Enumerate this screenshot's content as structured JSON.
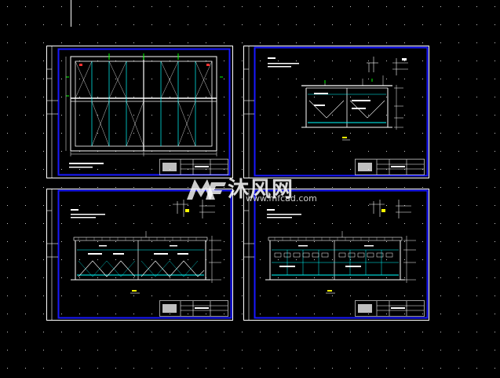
{
  "viewport": {
    "background": "#000000",
    "grid_color": "#c8c8c8",
    "frame_color": "#1818ff",
    "line_color": "#ffffff",
    "accent_cyan": "#00ffff",
    "accent_green": "#00ff00",
    "accent_yellow": "#ffff00",
    "accent_red": "#ff3030"
  },
  "sheets": [
    {
      "id": "sheet-1",
      "view": "plan"
    },
    {
      "id": "sheet-2",
      "view": "section"
    },
    {
      "id": "sheet-3",
      "view": "longitudinal-section-hoppers"
    },
    {
      "id": "sheet-4",
      "view": "longitudinal-section-tubes"
    }
  ],
  "watermark": {
    "text": "沐风网",
    "url": "www.mfcad.com",
    "logo_icon": "mf-logo-icon"
  }
}
